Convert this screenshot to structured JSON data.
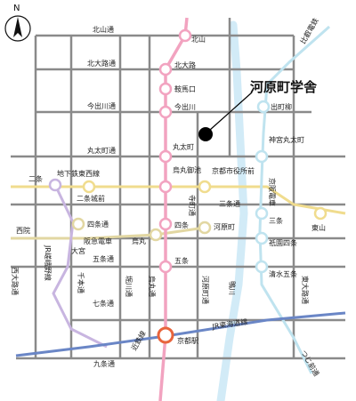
{
  "colors": {
    "street": "#8a8a8a",
    "river": "#d2ebf7",
    "karasuma_line": "#f2a3c0",
    "tozai_line": "#f0dc8e",
    "keihan_line": "#bfe3ef",
    "hankyu_line": "#e2d7a2",
    "jr_sagano": "#c8b5e0",
    "jr_tokaido": "#6a86c6",
    "kyoto_station": "#e8643c",
    "destination": "#000000"
  },
  "compass": {
    "letter": "N",
    "icon": "north-arrow-icon"
  },
  "destination": {
    "label": "河原町学舎",
    "icon": "destination-dot-icon"
  },
  "streets_horizontal": [
    "北山通",
    "北大路通",
    "今出川通",
    "丸太町通",
    "四条通",
    "五条通",
    "七条通",
    "九条通",
    "地下鉄東西線",
    "阪急電車"
  ],
  "streets_vertical": [
    "西大路通",
    "千本通",
    "堀川通",
    "烏丸通",
    "河原町通",
    "東大路通"
  ],
  "rivers": [
    "鴨川"
  ],
  "railways": [
    "比叡電鉄",
    "京阪電車",
    "JR嵯峨野線",
    "JR東海道線",
    "近鉄線"
  ],
  "stations": [
    "北山",
    "北大路",
    "鞍馬口",
    "今出川",
    "丸太町",
    "烏丸御池",
    "四条",
    "五条",
    "京都駅",
    "京都市役所前",
    "三条通",
    "寺町通",
    "河原町",
    "烏丸",
    "大宮",
    "西院",
    "二条",
    "二条城前",
    "出町柳",
    "神宮丸太町",
    "三条",
    "祇園四条",
    "清水五条",
    "東山",
    "つじ前通"
  ]
}
